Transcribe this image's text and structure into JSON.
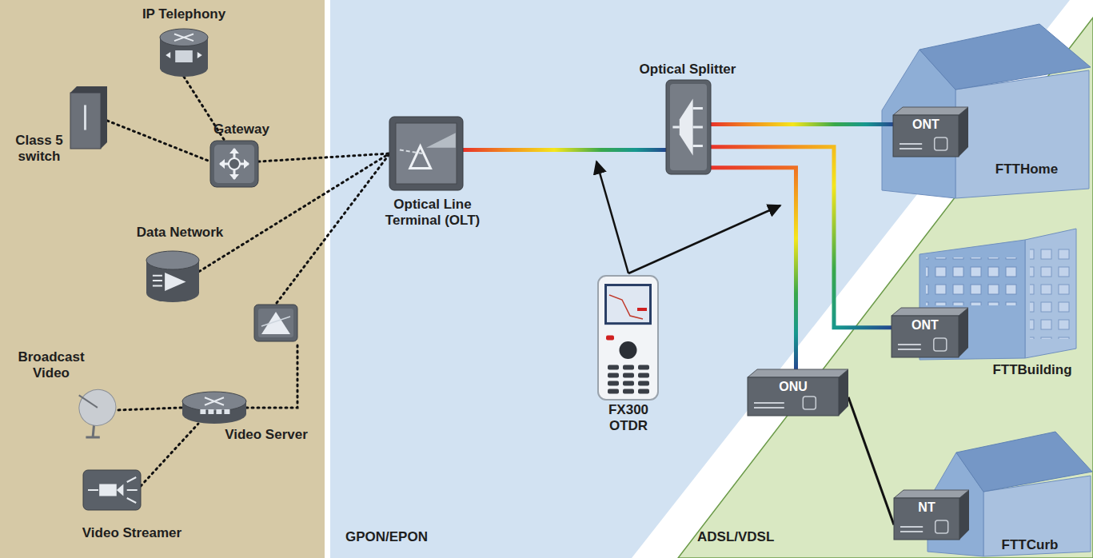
{
  "diagram": {
    "nodes": [
      {
        "text": [
          "IP Telephony"
        ]
      },
      {
        "text": [
          "Class 5 switch"
        ]
      },
      {
        "text": [
          "Gateway"
        ]
      },
      {
        "text": [
          "Data Network"
        ]
      },
      {
        "text": [
          "Broadcast Video"
        ]
      },
      {
        "text": [
          "Video Server"
        ]
      },
      {
        "text": [
          "Video Streamer"
        ]
      },
      {
        "text": [
          "Optical Line Terminal (OLT)"
        ]
      },
      {
        "text": [
          "Optical Splitter"
        ]
      },
      {
        "text": [
          "FX300 OTDR"
        ]
      },
      {
        "text": [
          "ONT",
          "FTTHome"
        ]
      },
      {
        "text": [
          "ONT",
          "FTTBuilding"
        ]
      },
      {
        "text": [
          "ONU"
        ]
      },
      {
        "text": [
          "NT",
          "FTTCurb"
        ]
      }
    ],
    "edges": [
      {
        "from": 0,
        "to": 2,
        "arrow": "none"
      },
      {
        "from": 1,
        "to": 2,
        "arrow": "none"
      },
      {
        "from": 2,
        "to": 7,
        "arrow": "none"
      },
      {
        "from": 3,
        "to": 7,
        "arrow": "none"
      },
      {
        "from": 4,
        "to": 5,
        "arrow": "none"
      },
      {
        "from": 6,
        "to": 5,
        "arrow": "none"
      },
      {
        "from": 7,
        "to": 8,
        "arrow": "none"
      },
      {
        "from": 8,
        "to": 10,
        "arrow": "none"
      },
      {
        "from": 8,
        "to": 11,
        "arrow": "none"
      },
      {
        "from": 8,
        "to": 12,
        "arrow": "none"
      },
      {
        "from": 12,
        "to": 13,
        "arrow": "none"
      }
    ],
    "labels": [
      "GPON/EPON",
      "ADSL/VDSL"
    ]
  }
}
